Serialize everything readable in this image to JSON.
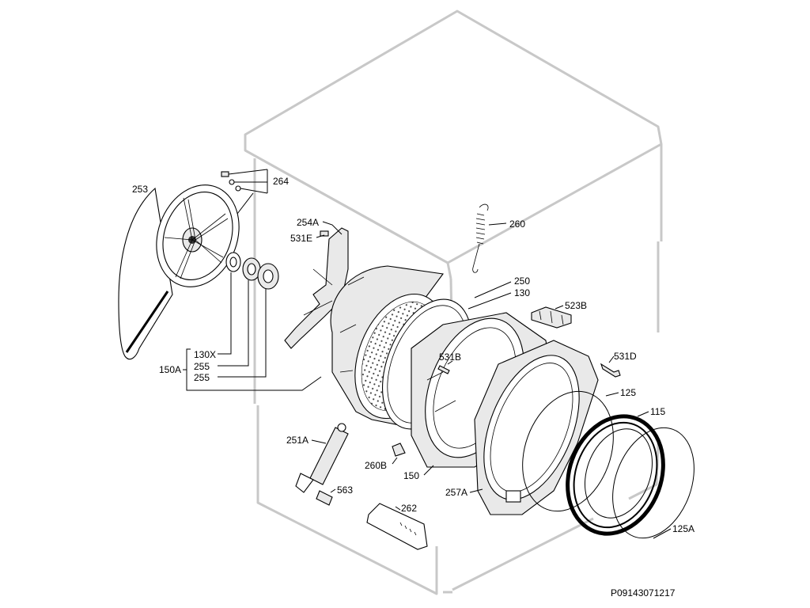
{
  "diagram": {
    "labels": {
      "p253": "253",
      "p264": "264",
      "p254A": "254A",
      "p531E": "531E",
      "p260": "260",
      "p250": "250",
      "p130": "130",
      "p523B": "523B",
      "p531B": "531B",
      "p531D": "531D",
      "p125": "125",
      "p115": "115",
      "p130X": "130X",
      "p255a": "255",
      "p255b": "255",
      "p150A": "150A",
      "p251A": "251A",
      "p260B": "260B",
      "p150": "150",
      "p563": "563",
      "p262": "262",
      "p257A": "257A",
      "p125A": "125A"
    },
    "footer_code": "P09143071217"
  },
  "colors": {
    "cabinet": "#c8c8c8",
    "line": "#000000"
  }
}
